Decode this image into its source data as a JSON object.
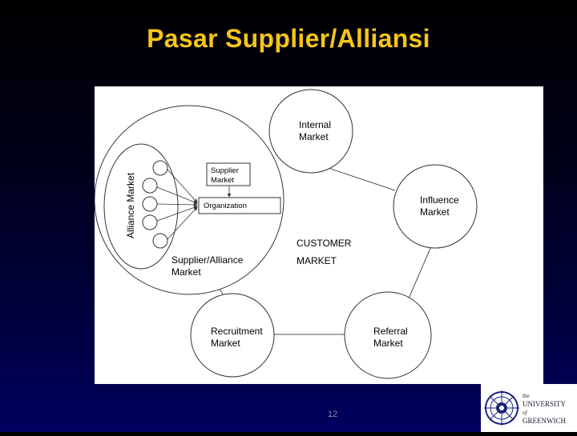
{
  "slide": {
    "title": "Pasar Supplier/Alliansi",
    "page_number": "12"
  },
  "diagram": {
    "internal_market": [
      "Internal",
      "Market"
    ],
    "influence_market": [
      "Influence",
      "Market"
    ],
    "referral_market": [
      "Referral",
      "Market"
    ],
    "recruitment_market": [
      "Recruitment",
      "Market"
    ],
    "customer_market": [
      "CUSTOMER",
      "MARKET"
    ],
    "supplier_alliance_market": [
      "Supplier/Alliance",
      "Market"
    ],
    "alliance_market_label": "Alliance Market",
    "supplier_market_box": [
      "Supplier",
      "Market"
    ],
    "organization_box": "Organization"
  },
  "logo": {
    "line1": "the",
    "line2": "UNIVERSITY",
    "line3": "of",
    "line4": "GREENWICH"
  }
}
